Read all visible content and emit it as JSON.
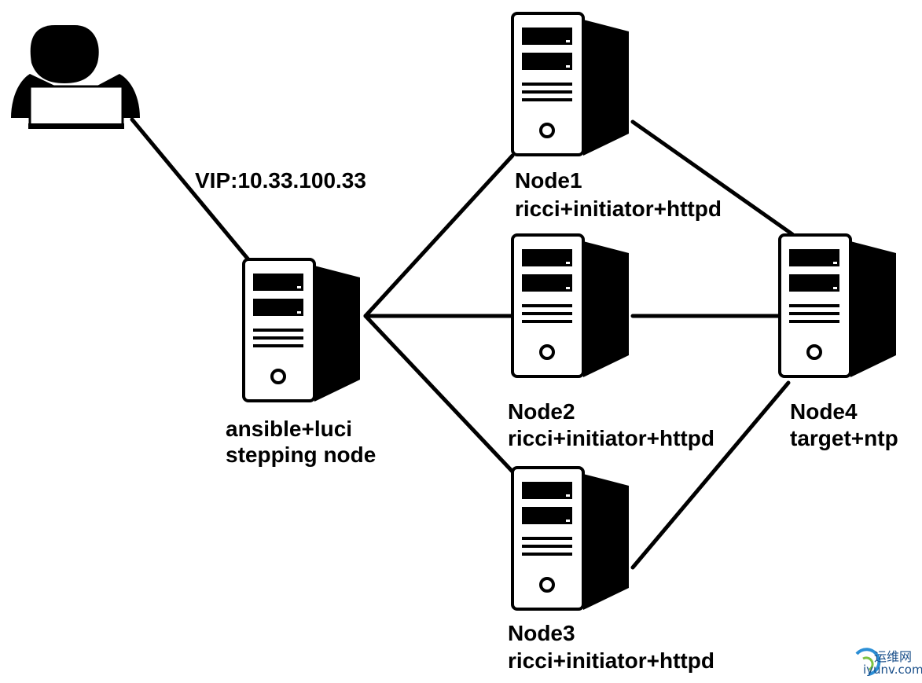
{
  "vip_label": "VIP:10.33.100.33",
  "hub": {
    "line1": "ansible+luci",
    "line2": "stepping node"
  },
  "node1": {
    "name": "Node1",
    "role": "ricci+initiator+httpd"
  },
  "node2": {
    "name": "Node2",
    "role": "ricci+initiator+httpd"
  },
  "node3": {
    "name": "Node3",
    "role": "ricci+initiator+httpd"
  },
  "node4": {
    "name": "Node4",
    "role": "target+ntp"
  },
  "watermark": {
    "cn": "运维网",
    "domain": "iyunv.com"
  },
  "colors": {
    "stroke": "#000000",
    "fill": "#ffffff",
    "watermark": "#1a4f8a"
  },
  "icons": [
    "user-at-laptop-icon",
    "server-tower-icon"
  ]
}
